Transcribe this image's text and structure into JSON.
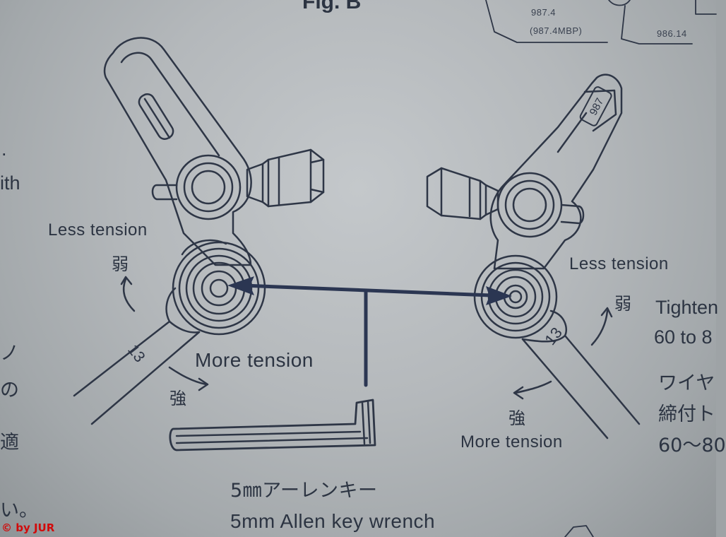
{
  "figure": {
    "title": "Fig. B",
    "part_code_left": "987.4",
    "part_code_left_alt": "(987.4MBP)",
    "part_code_right": "986.14",
    "arm_label": "987"
  },
  "left_arm": {
    "less_tension": "Less tension",
    "less_tension_jp": "弱",
    "more_tension": "More tension",
    "more_tension_jp": "強",
    "wrench_size": "13"
  },
  "right_arm": {
    "less_tension": "Less tension",
    "less_tension_jp": "弱",
    "more_tension": "More tension",
    "more_tension_jp": "強",
    "wrench_size": "13"
  },
  "tool": {
    "label_jp": "5㎜アーレンキー",
    "label_en": "5mm Allen key wrench"
  },
  "right_margin": {
    "line1": "Tighten",
    "line2": "60 to 8",
    "line3": "ワイヤ",
    "line4": "締付ト",
    "line5": "60〜80"
  },
  "left_margin": {
    "line1": ".",
    "line2": "ith",
    "line3": "ノ",
    "line4": "の",
    "line5": "適",
    "line6": "い。"
  },
  "credit": "© by JUR"
}
